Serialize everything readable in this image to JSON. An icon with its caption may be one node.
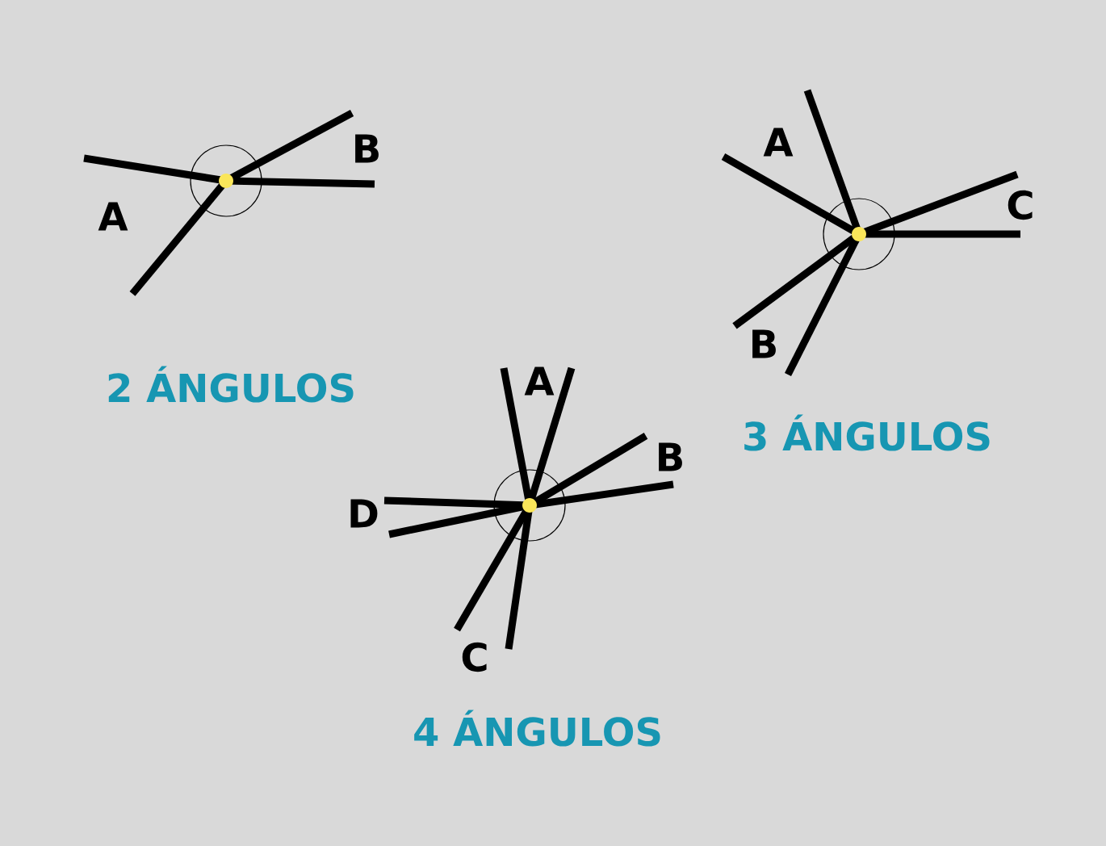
{
  "diagram": {
    "labels": [
      "A",
      "B",
      "2 ÁNGULOS",
      "A",
      "C",
      "B",
      "3 ÁNGULOS",
      "A",
      "B",
      "D",
      "C",
      "4 ÁNGULOS"
    ]
  }
}
